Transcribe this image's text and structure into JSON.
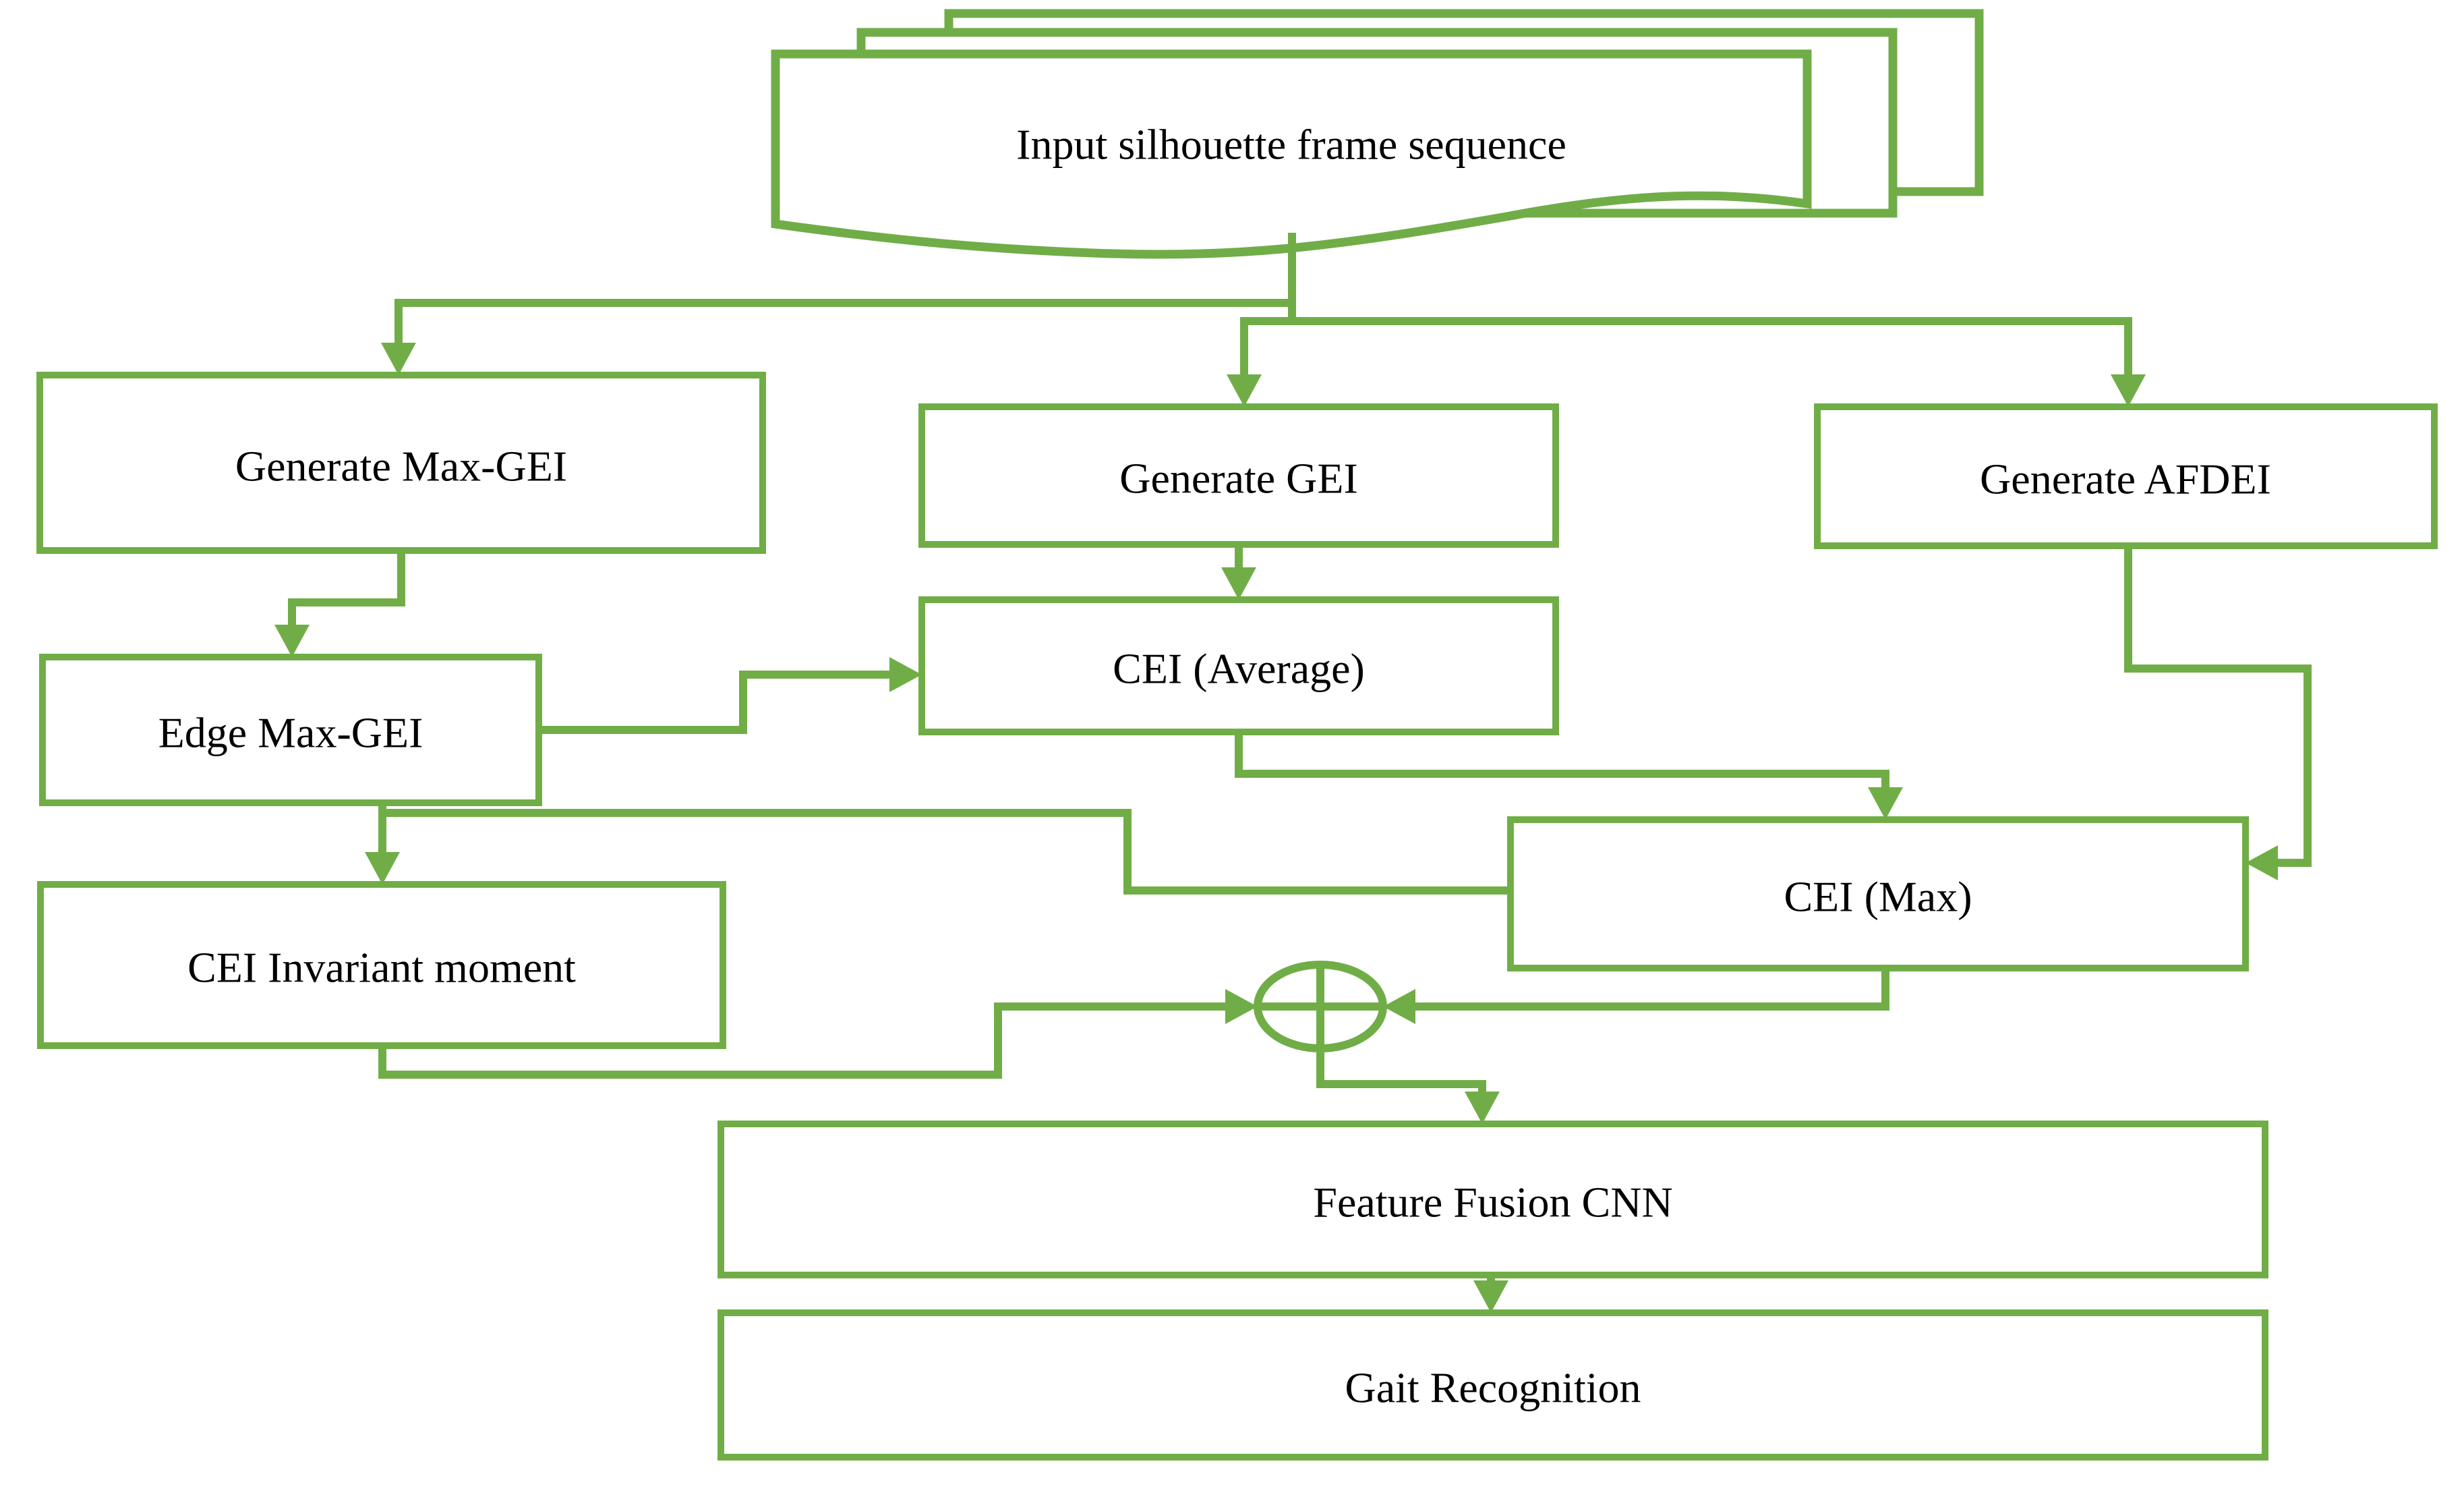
{
  "diagram": {
    "type": "flowchart",
    "colors": {
      "accent": "#70AD47",
      "text": "#000000",
      "background": "#FFFFFF"
    },
    "nodes": {
      "input": {
        "label": "Input silhouette frame sequence",
        "shape": "stacked-documents"
      },
      "generate_max_gei": {
        "label": "Generate Max-GEI",
        "shape": "rect"
      },
      "generate_gei": {
        "label": "Generate GEI",
        "shape": "rect"
      },
      "generate_afdei": {
        "label": "Generate AFDEI",
        "shape": "rect"
      },
      "edge_max_gei": {
        "label": "Edge Max-GEI",
        "shape": "rect"
      },
      "cei_average": {
        "label": "CEI (Average)",
        "shape": "rect"
      },
      "cei_max": {
        "label": "CEI (Max)",
        "shape": "rect"
      },
      "cei_invariant": {
        "label": "CEI Invariant moment",
        "shape": "rect"
      },
      "fusion": {
        "label": "",
        "shape": "circle-plus-operator"
      },
      "feature_fusion": {
        "label": "Feature Fusion CNN",
        "shape": "rect"
      },
      "gait_recognition": {
        "label": "Gait Recognition",
        "shape": "rect"
      }
    },
    "edges": [
      {
        "from": "input",
        "to": "generate_max_gei",
        "arrow": true
      },
      {
        "from": "input",
        "to": "generate_gei",
        "arrow": true
      },
      {
        "from": "input",
        "to": "generate_afdei",
        "arrow": true
      },
      {
        "from": "generate_max_gei",
        "to": "edge_max_gei",
        "arrow": true
      },
      {
        "from": "edge_max_gei",
        "to": "cei_average",
        "arrow": true
      },
      {
        "from": "generate_gei",
        "to": "cei_average",
        "arrow": true
      },
      {
        "from": "cei_average",
        "to": "cei_max",
        "arrow": true
      },
      {
        "from": "generate_afdei",
        "to": "cei_max",
        "arrow": true
      },
      {
        "from": "edge_max_gei",
        "to": "cei_invariant",
        "arrow": true
      },
      {
        "from": "edge_max_gei",
        "to": "cei_max",
        "arrow": false
      },
      {
        "from": "cei_invariant",
        "to": "fusion",
        "arrow": true
      },
      {
        "from": "cei_max",
        "to": "fusion",
        "arrow": true
      },
      {
        "from": "fusion",
        "to": "feature_fusion",
        "arrow": true
      },
      {
        "from": "feature_fusion",
        "to": "gait_recognition",
        "arrow": true
      }
    ]
  }
}
